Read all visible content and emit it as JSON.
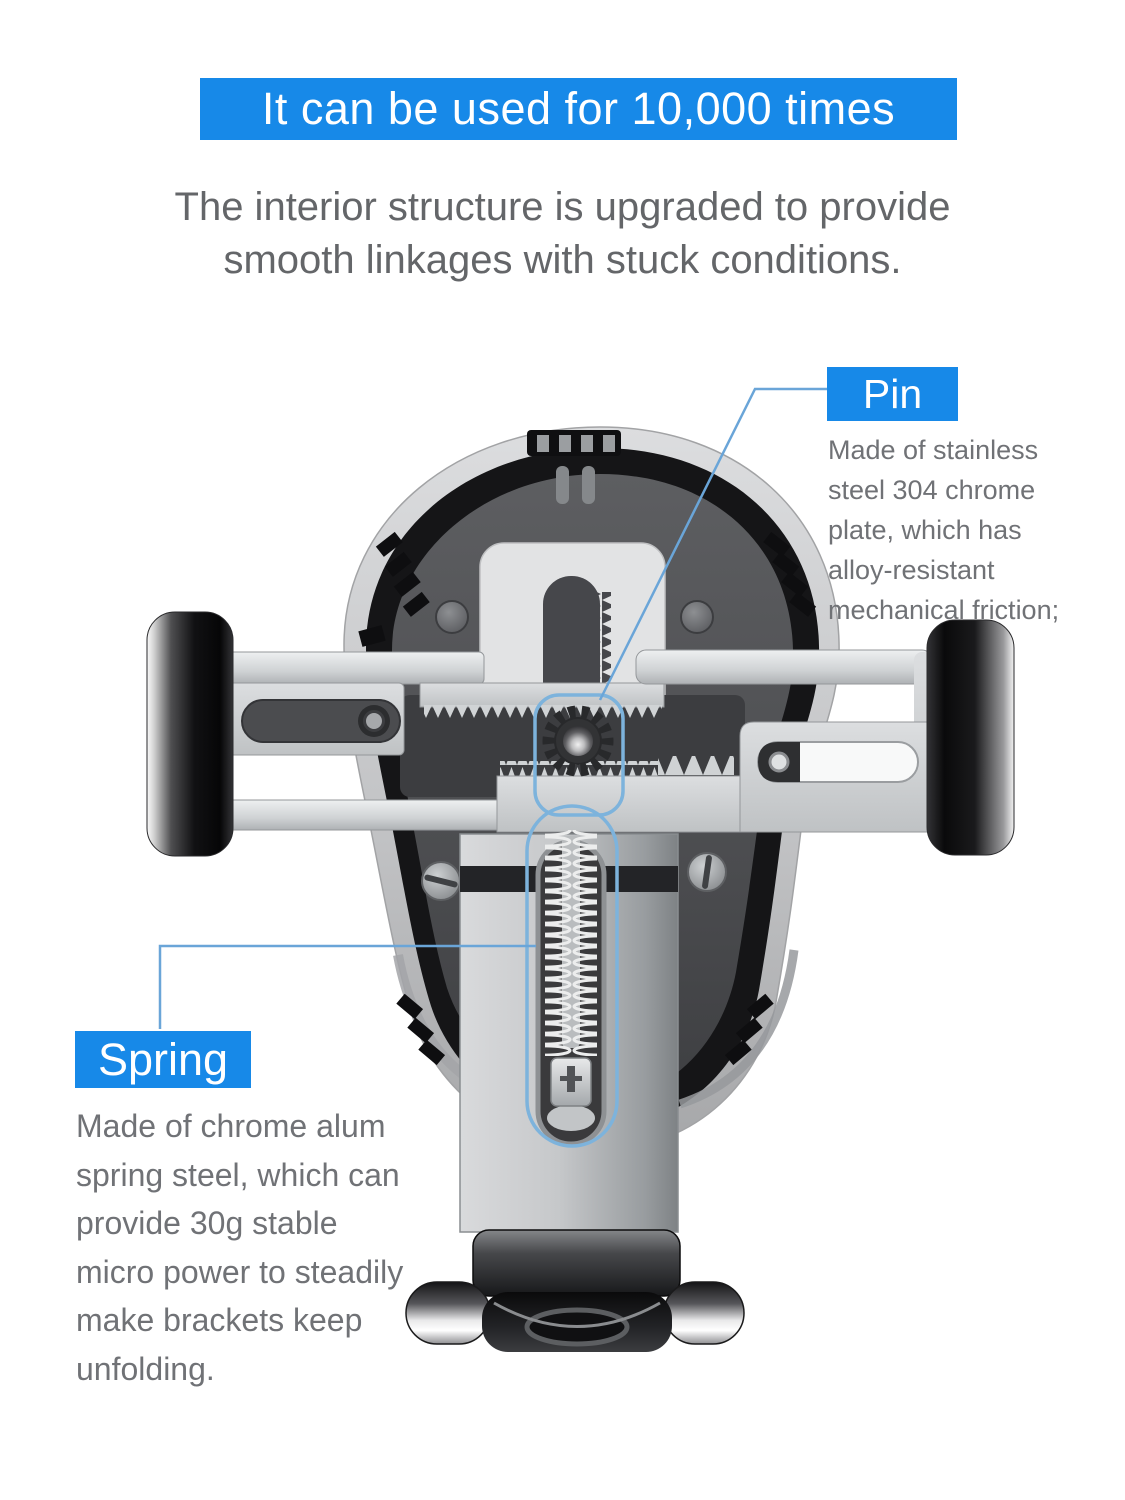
{
  "header": {
    "banner_text": "It can be used for 10,000 times",
    "subtitle_lines": [
      "The interior structure is upgraded to provide",
      "smooth linkages with stuck conditions."
    ]
  },
  "callouts": {
    "pin": {
      "label": "Pin",
      "desc_lines": [
        "Made of stainless",
        "steel 304 chrome",
        "plate, which has",
        "alloy-resistant",
        "mechanical friction;"
      ]
    },
    "spring": {
      "label": "Spring",
      "desc_lines": [
        "Made of chrome alum",
        "spring steel, which can",
        "provide 30g stable",
        "micro power to steadily",
        "make brackets keep",
        "unfolding."
      ]
    }
  },
  "colors": {
    "accent_blue": "#1789e8",
    "leader_blue": "#6aa5d8",
    "highlight_blue": "#7db3dc",
    "subtitle_gray": "#646669",
    "desc_gray": "#707276"
  }
}
